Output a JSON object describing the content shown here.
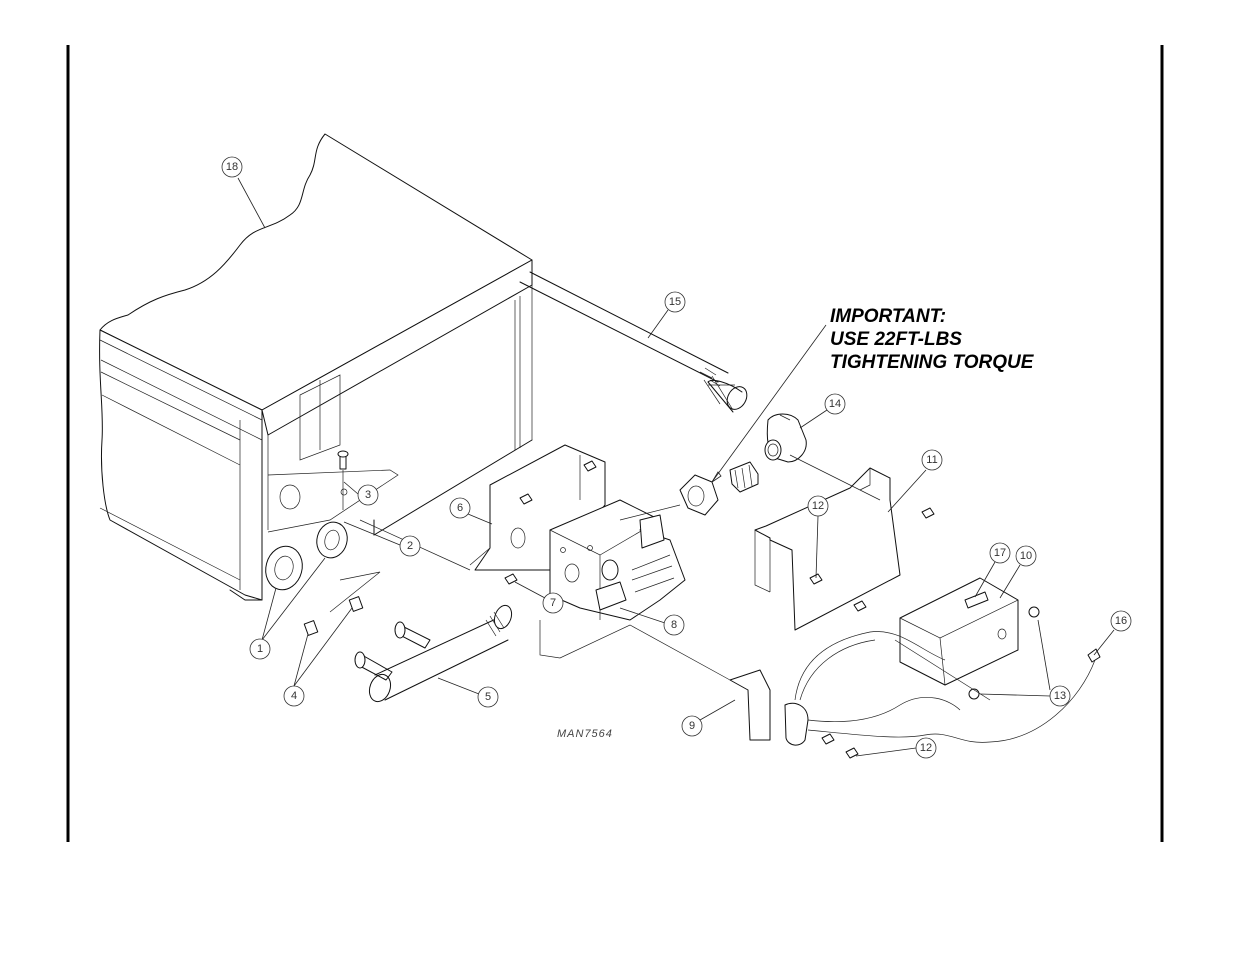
{
  "note": {
    "line1": "IMPORTANT:",
    "line2": "USE 22FT-LBS",
    "line3": "TIGHTENING TORQUE"
  },
  "drawing_code": "MAN7564",
  "callouts": {
    "c1": "1",
    "c2": "2",
    "c3": "3",
    "c4": "4",
    "c5": "5",
    "c6": "6",
    "c7": "7",
    "c8": "8",
    "c9": "9",
    "c10": "10",
    "c11": "11",
    "c12a": "12",
    "c12b": "12",
    "c13": "13",
    "c14": "14",
    "c15": "15",
    "c16": "16",
    "c17": "17",
    "c18": "18"
  }
}
